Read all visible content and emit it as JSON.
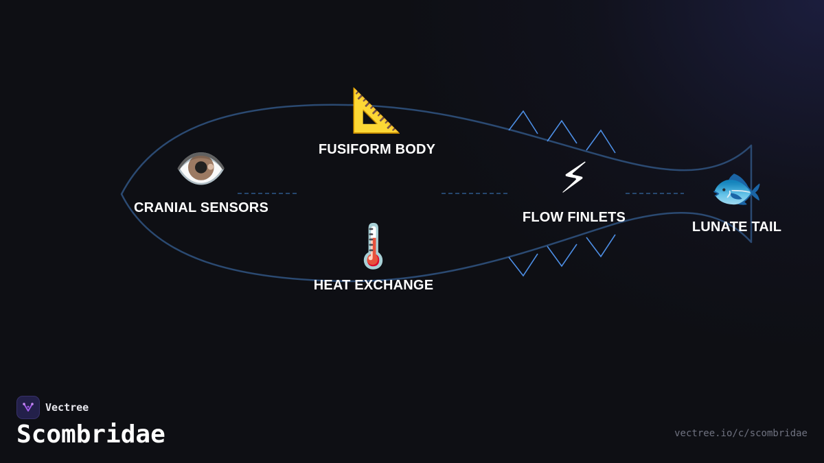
{
  "diagram": {
    "nodes": [
      {
        "id": "cranial",
        "icon": "👁️",
        "icon_name": "eye-icon",
        "label": "CRANIAL SENSORS"
      },
      {
        "id": "fusiform",
        "icon": "📐",
        "icon_name": "triangle-ruler-icon",
        "label": "FUSIFORM BODY"
      },
      {
        "id": "heat",
        "icon": "🌡️",
        "icon_name": "thermometer-icon",
        "label": "HEAT EXCHANGE"
      },
      {
        "id": "finlets",
        "icon": "⚡",
        "icon_name": "lightning-icon",
        "label": "FLOW FINLETS"
      },
      {
        "id": "tail",
        "icon": "🐟",
        "icon_name": "fish-icon",
        "label": "LUNATE TAIL"
      }
    ],
    "colors": {
      "outline": "#2b4a72",
      "finlet": "#4d8fe6",
      "connector": "#2f5a8c",
      "background": "#0e0f14"
    }
  },
  "brand": {
    "name": "Vectree",
    "logo_icon": "vectree-logo-icon",
    "accent": "#a15bea"
  },
  "footer": {
    "title": "Scombridae",
    "url": "vectree.io/c/scombridae"
  }
}
